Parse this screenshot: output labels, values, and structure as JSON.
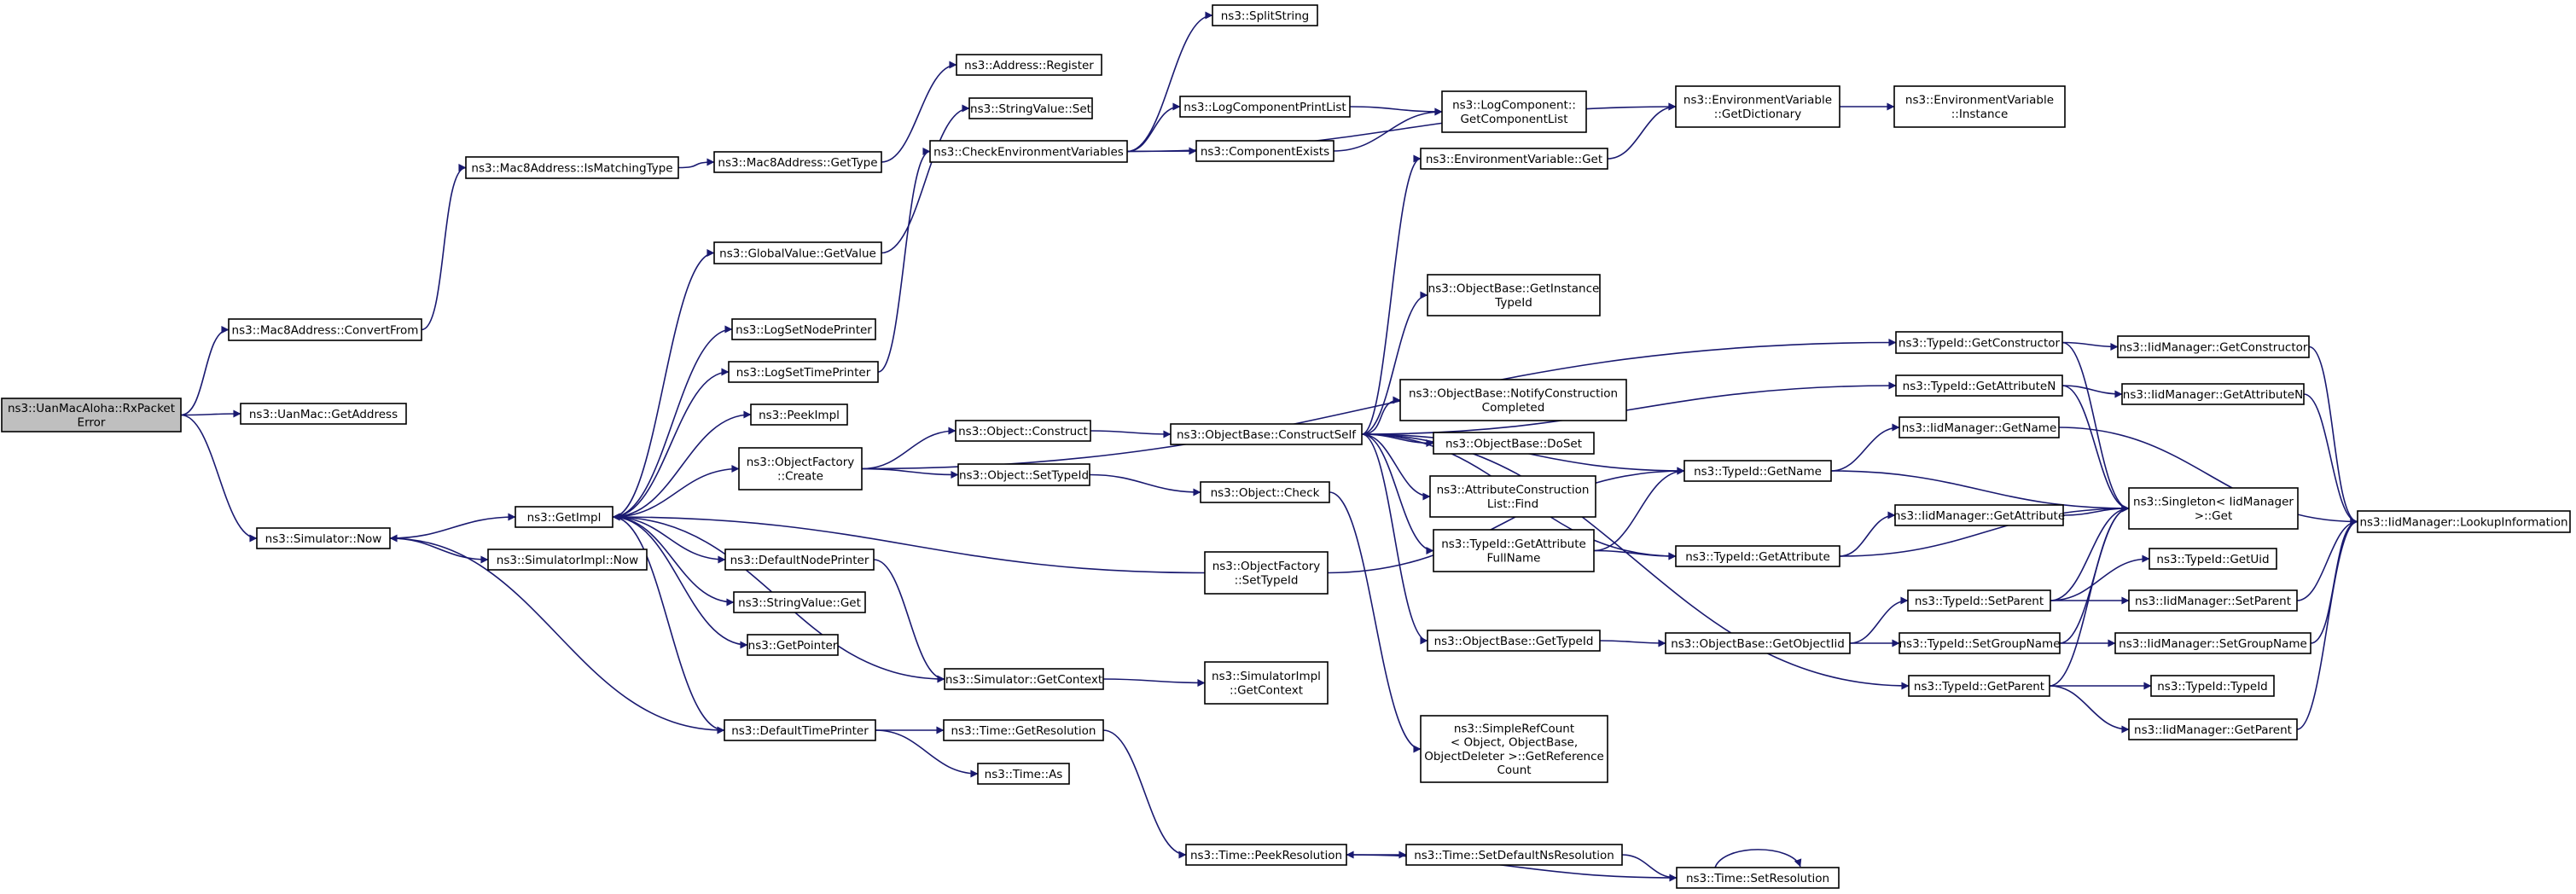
{
  "diagram": {
    "edge_color": "#191970",
    "root_fill": "#bfbfbf",
    "nodes": [
      {
        "id": "n0",
        "lines": [
          "ns3::UanMacAloha::RxPacket",
          "Error"
        ],
        "root": true
      },
      {
        "id": "n1",
        "lines": [
          "ns3::Mac8Address::ConvertFrom"
        ]
      },
      {
        "id": "n2",
        "lines": [
          "ns3::UanMac::GetAddress"
        ]
      },
      {
        "id": "n3",
        "lines": [
          "ns3::Simulator::Now"
        ]
      },
      {
        "id": "n4",
        "lines": [
          "ns3::Mac8Address::IsMatchingType"
        ]
      },
      {
        "id": "n5",
        "lines": [
          "ns3::Mac8Address::GetType"
        ]
      },
      {
        "id": "n6",
        "lines": [
          "ns3::Address::Register"
        ]
      },
      {
        "id": "n7",
        "lines": [
          "ns3::GetImpl"
        ]
      },
      {
        "id": "n8",
        "lines": [
          "ns3::SimulatorImpl::Now"
        ]
      },
      {
        "id": "n9",
        "lines": [
          "ns3::GlobalValue::GetValue"
        ]
      },
      {
        "id": "n10",
        "lines": [
          "ns3::LogSetNodePrinter"
        ]
      },
      {
        "id": "n11",
        "lines": [
          "ns3::LogSetTimePrinter"
        ]
      },
      {
        "id": "n12",
        "lines": [
          "ns3::PeekImpl"
        ]
      },
      {
        "id": "n13",
        "lines": [
          "ns3::ObjectFactory",
          "::Create"
        ]
      },
      {
        "id": "n14",
        "lines": [
          "ns3::DefaultNodePrinter"
        ]
      },
      {
        "id": "n15",
        "lines": [
          "ns3::StringValue::Get"
        ]
      },
      {
        "id": "n16",
        "lines": [
          "ns3::GetPointer"
        ]
      },
      {
        "id": "n17",
        "lines": [
          "ns3::DefaultTimePrinter"
        ]
      },
      {
        "id": "n18",
        "lines": [
          "ns3::StringValue::Set"
        ]
      },
      {
        "id": "n19",
        "lines": [
          "ns3::CheckEnvironmentVariables"
        ]
      },
      {
        "id": "n20",
        "lines": [
          "ns3::Object::Construct"
        ]
      },
      {
        "id": "n21",
        "lines": [
          "ns3::Object::SetTypeId"
        ]
      },
      {
        "id": "n22",
        "lines": [
          "ns3::Simulator::GetContext"
        ]
      },
      {
        "id": "n23",
        "lines": [
          "ns3::Time::GetResolution"
        ]
      },
      {
        "id": "n24",
        "lines": [
          "ns3::Time::As"
        ]
      },
      {
        "id": "n25",
        "lines": [
          "ns3::SplitString"
        ]
      },
      {
        "id": "n26",
        "lines": [
          "ns3::LogComponentPrintList"
        ]
      },
      {
        "id": "n27",
        "lines": [
          "ns3::ComponentExists"
        ]
      },
      {
        "id": "n28",
        "lines": [
          "ns3::ObjectBase::ConstructSelf"
        ]
      },
      {
        "id": "n29",
        "lines": [
          "ns3::Object::Check"
        ]
      },
      {
        "id": "n30",
        "lines": [
          "ns3::ObjectFactory",
          "::SetTypeId"
        ]
      },
      {
        "id": "n31",
        "lines": [
          "ns3::SimulatorImpl",
          "::GetContext"
        ]
      },
      {
        "id": "n32",
        "lines": [
          "ns3::Time::PeekResolution"
        ]
      },
      {
        "id": "n33",
        "lines": [
          "ns3::LogComponent::",
          "GetComponentList"
        ]
      },
      {
        "id": "n34",
        "lines": [
          "ns3::EnvironmentVariable::Get"
        ]
      },
      {
        "id": "n35",
        "lines": [
          "ns3::ObjectBase::GetInstance",
          "TypeId"
        ]
      },
      {
        "id": "n36",
        "lines": [
          "ns3::ObjectBase::NotifyConstruction",
          "Completed"
        ]
      },
      {
        "id": "n37",
        "lines": [
          "ns3::ObjectBase::DoSet"
        ]
      },
      {
        "id": "n38",
        "lines": [
          "ns3::AttributeConstruction",
          "List::Find"
        ]
      },
      {
        "id": "n39",
        "lines": [
          "ns3::TypeId::GetAttribute",
          "FullName"
        ]
      },
      {
        "id": "n40",
        "lines": [
          "ns3::ObjectBase::GetTypeId"
        ]
      },
      {
        "id": "n41",
        "lines": [
          "ns3::SimpleRefCount",
          "< Object, ObjectBase,",
          "ObjectDeleter >::GetReference",
          "Count"
        ]
      },
      {
        "id": "n42",
        "lines": [
          "ns3::Time::SetDefaultNsResolution"
        ]
      },
      {
        "id": "n43",
        "lines": [
          "ns3::EnvironmentVariable",
          "::GetDictionary"
        ]
      },
      {
        "id": "n44",
        "lines": [
          "ns3::TypeId::GetName"
        ]
      },
      {
        "id": "n45",
        "lines": [
          "ns3::TypeId::GetAttribute"
        ]
      },
      {
        "id": "n46",
        "lines": [
          "ns3::ObjectBase::GetObjectIid"
        ]
      },
      {
        "id": "n47",
        "lines": [
          "ns3::Time::SetResolution"
        ]
      },
      {
        "id": "n48",
        "lines": [
          "ns3::EnvironmentVariable",
          "::Instance"
        ]
      },
      {
        "id": "n49",
        "lines": [
          "ns3::TypeId::GetConstructor"
        ]
      },
      {
        "id": "n50",
        "lines": [
          "ns3::TypeId::GetAttributeN"
        ]
      },
      {
        "id": "n51",
        "lines": [
          "ns3::IidManager::GetName"
        ]
      },
      {
        "id": "n52",
        "lines": [
          "ns3::IidManager::GetAttribute"
        ]
      },
      {
        "id": "n53",
        "lines": [
          "ns3::TypeId::SetParent"
        ]
      },
      {
        "id": "n54",
        "lines": [
          "ns3::TypeId::SetGroupName"
        ]
      },
      {
        "id": "n55",
        "lines": [
          "ns3::TypeId::GetParent"
        ]
      },
      {
        "id": "n56",
        "lines": [
          "ns3::IidManager::GetConstructor"
        ]
      },
      {
        "id": "n57",
        "lines": [
          "ns3::IidManager::GetAttributeN"
        ]
      },
      {
        "id": "n58",
        "lines": [
          "ns3::Singleton< IidManager",
          ">::Get"
        ]
      },
      {
        "id": "n59",
        "lines": [
          "ns3::TypeId::GetUid"
        ]
      },
      {
        "id": "n60",
        "lines": [
          "ns3::IidManager::SetParent"
        ]
      },
      {
        "id": "n61",
        "lines": [
          "ns3::IidManager::SetGroupName"
        ]
      },
      {
        "id": "n62",
        "lines": [
          "ns3::TypeId::TypeId"
        ]
      },
      {
        "id": "n63",
        "lines": [
          "ns3::IidManager::GetParent"
        ]
      },
      {
        "id": "n64",
        "lines": [
          "ns3::IidManager::LookupInformation"
        ]
      }
    ],
    "edges": [
      [
        "n0",
        "n1"
      ],
      [
        "n0",
        "n2"
      ],
      [
        "n0",
        "n3"
      ],
      [
        "n1",
        "n4"
      ],
      [
        "n4",
        "n5"
      ],
      [
        "n5",
        "n6"
      ],
      [
        "n3",
        "n7"
      ],
      [
        "n3",
        "n8"
      ],
      [
        "n7",
        "n9"
      ],
      [
        "n7",
        "n10"
      ],
      [
        "n7",
        "n11"
      ],
      [
        "n7",
        "n12"
      ],
      [
        "n7",
        "n13"
      ],
      [
        "n7",
        "n14"
      ],
      [
        "n7",
        "n15"
      ],
      [
        "n7",
        "n16"
      ],
      [
        "n7",
        "n17"
      ],
      [
        "n9",
        "n18"
      ],
      [
        "n11",
        "n19"
      ],
      [
        "n13",
        "n20"
      ],
      [
        "n13",
        "n21"
      ],
      [
        "n13",
        "n49"
      ],
      [
        "n14",
        "n22"
      ],
      [
        "n22",
        "n7"
      ],
      [
        "n22",
        "n31"
      ],
      [
        "n17",
        "n3"
      ],
      [
        "n17",
        "n23"
      ],
      [
        "n17",
        "n24"
      ],
      [
        "n19",
        "n25"
      ],
      [
        "n19",
        "n26"
      ],
      [
        "n19",
        "n27"
      ],
      [
        "n19",
        "n43"
      ],
      [
        "n26",
        "n33"
      ],
      [
        "n27",
        "n33"
      ],
      [
        "n20",
        "n28"
      ],
      [
        "n21",
        "n29"
      ],
      [
        "n30",
        "n7"
      ],
      [
        "n30",
        "n44"
      ],
      [
        "n23",
        "n32"
      ],
      [
        "n32",
        "n42"
      ],
      [
        "n42",
        "n47"
      ],
      [
        "n47",
        "n32"
      ],
      [
        "n47",
        "n47"
      ],
      [
        "n28",
        "n34"
      ],
      [
        "n28",
        "n35"
      ],
      [
        "n28",
        "n36"
      ],
      [
        "n28",
        "n37"
      ],
      [
        "n28",
        "n38"
      ],
      [
        "n28",
        "n39"
      ],
      [
        "n28",
        "n40"
      ],
      [
        "n28",
        "n44"
      ],
      [
        "n28",
        "n45"
      ],
      [
        "n28",
        "n50"
      ],
      [
        "n28",
        "n55"
      ],
      [
        "n29",
        "n41"
      ],
      [
        "n34",
        "n43"
      ],
      [
        "n43",
        "n48"
      ],
      [
        "n39",
        "n44"
      ],
      [
        "n39",
        "n45"
      ],
      [
        "n40",
        "n46"
      ],
      [
        "n46",
        "n53"
      ],
      [
        "n46",
        "n54"
      ],
      [
        "n44",
        "n51"
      ],
      [
        "n44",
        "n58"
      ],
      [
        "n45",
        "n52"
      ],
      [
        "n45",
        "n58"
      ],
      [
        "n49",
        "n56"
      ],
      [
        "n49",
        "n58"
      ],
      [
        "n50",
        "n57"
      ],
      [
        "n50",
        "n58"
      ],
      [
        "n51",
        "n64"
      ],
      [
        "n52",
        "n58"
      ],
      [
        "n53",
        "n58"
      ],
      [
        "n53",
        "n59"
      ],
      [
        "n53",
        "n60"
      ],
      [
        "n54",
        "n58"
      ],
      [
        "n54",
        "n61"
      ],
      [
        "n55",
        "n58"
      ],
      [
        "n55",
        "n62"
      ],
      [
        "n55",
        "n63"
      ],
      [
        "n56",
        "n64"
      ],
      [
        "n57",
        "n64"
      ],
      [
        "n60",
        "n64"
      ],
      [
        "n61",
        "n64"
      ],
      [
        "n63",
        "n64"
      ]
    ]
  }
}
